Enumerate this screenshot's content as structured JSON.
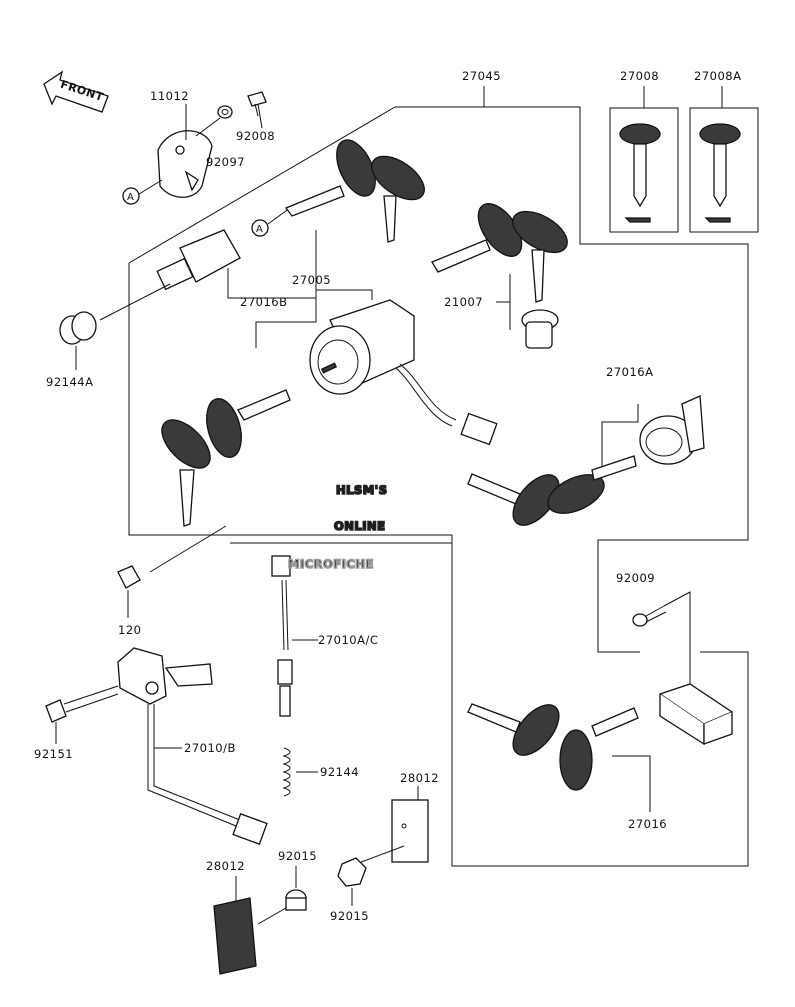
{
  "front_arrow": {
    "label": "FRONT",
    "icon": "front-arrow-icon"
  },
  "callouts": {
    "p27045": "27045",
    "p27008": "27008",
    "p27008A": "27008A",
    "p11012": "11012",
    "p92097": "92097",
    "p92008": "92008",
    "p27016B": "27016B",
    "p27005": "27005",
    "p21007": "21007",
    "p92144A": "92144A",
    "p27016A": "27016A",
    "p120": "120",
    "p27010AC": "27010A/C",
    "p92009": "92009",
    "p92151": "92151",
    "p27010B": "27010/B",
    "p92144": "92144",
    "p28012a": "28012",
    "p28012b": "28012",
    "p92015a": "92015",
    "p92015b": "92015",
    "p27016": "27016"
  },
  "ref_marks": {
    "a1": "A",
    "a2": "A"
  },
  "watermark": {
    "line1": "HLSM'S",
    "line2": "ONLINE",
    "line3": "MICROFICHE"
  }
}
